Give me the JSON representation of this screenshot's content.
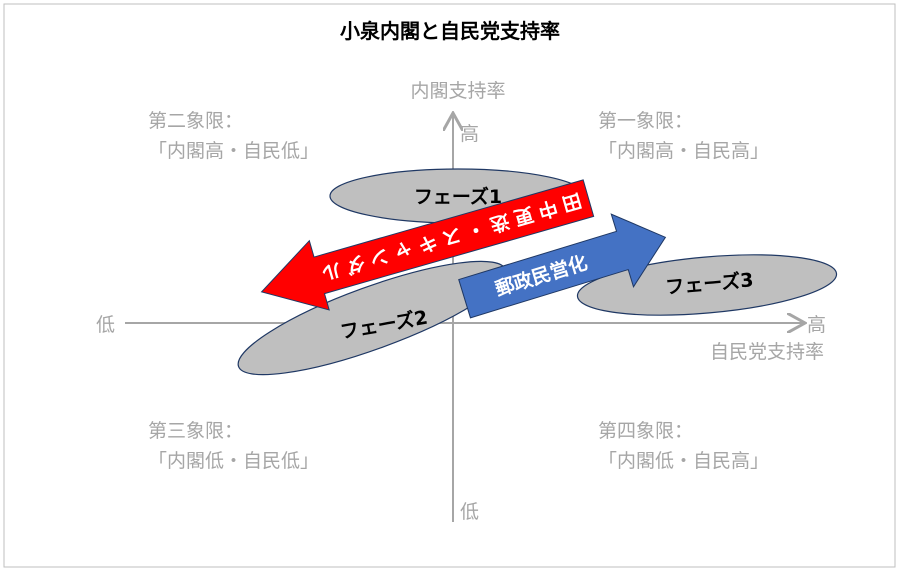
{
  "title": "小泉内閣と自民党支持率",
  "axes": {
    "y_label": "内閣支持率",
    "y_high": "高",
    "y_low": "低",
    "x_label": "自民党支持率",
    "x_high": "高",
    "x_low": "低"
  },
  "quadrants": [
    {
      "name": "第一象限：",
      "desc": "「内閣高・自民高」"
    },
    {
      "name": "第二象限：",
      "desc": "「内閣高・自民低」"
    },
    {
      "name": "第三象限：",
      "desc": "「内閣低・自民低」"
    },
    {
      "name": "第四象限：",
      "desc": "「内閣低・自民高」"
    }
  ],
  "phases": [
    "フェーズ1",
    "フェーズ2",
    "フェーズ3"
  ],
  "arrows": {
    "red": "田中更迭・スキャンダル",
    "blue": "郵政民営化"
  },
  "colors": {
    "red": "#ff0000",
    "blue": "#4472c4",
    "ellipse": "#bfbfbf",
    "axis": "#a6a6a6"
  }
}
